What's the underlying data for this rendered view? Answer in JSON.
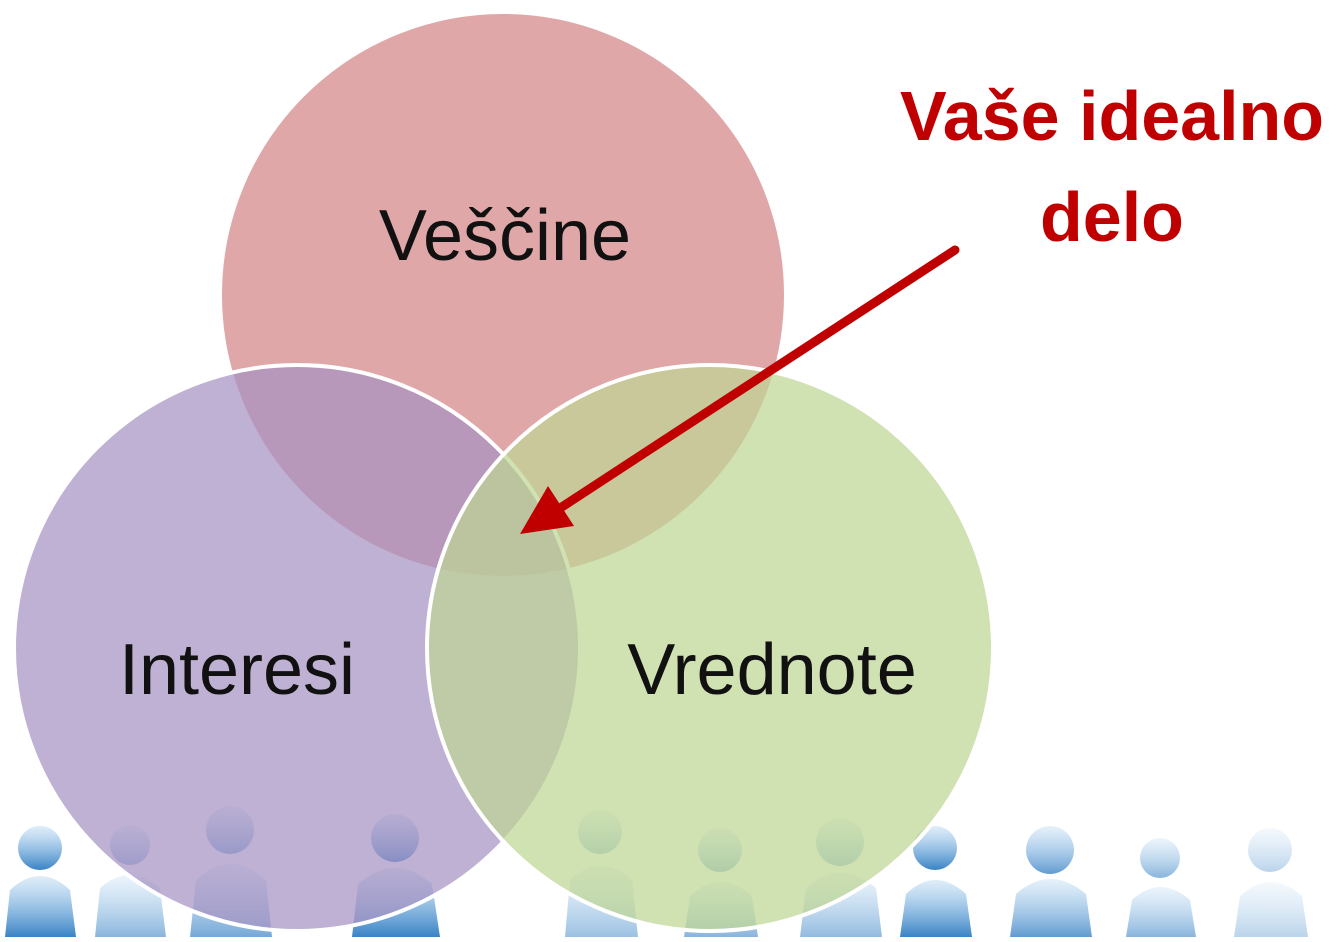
{
  "diagram": {
    "type": "venn-3",
    "circles": [
      {
        "id": "top",
        "label": "Veščine",
        "color": "#d58a8b"
      },
      {
        "id": "left",
        "label": "Interesi",
        "color": "#a693c2"
      },
      {
        "id": "right",
        "label": "Vrednote",
        "color": "#bed594"
      }
    ],
    "callout": {
      "line1": "Vaše idealno",
      "line2": "delo",
      "color": "#c00000"
    },
    "background": {
      "silhouettes_color": "#3d86c6"
    }
  }
}
